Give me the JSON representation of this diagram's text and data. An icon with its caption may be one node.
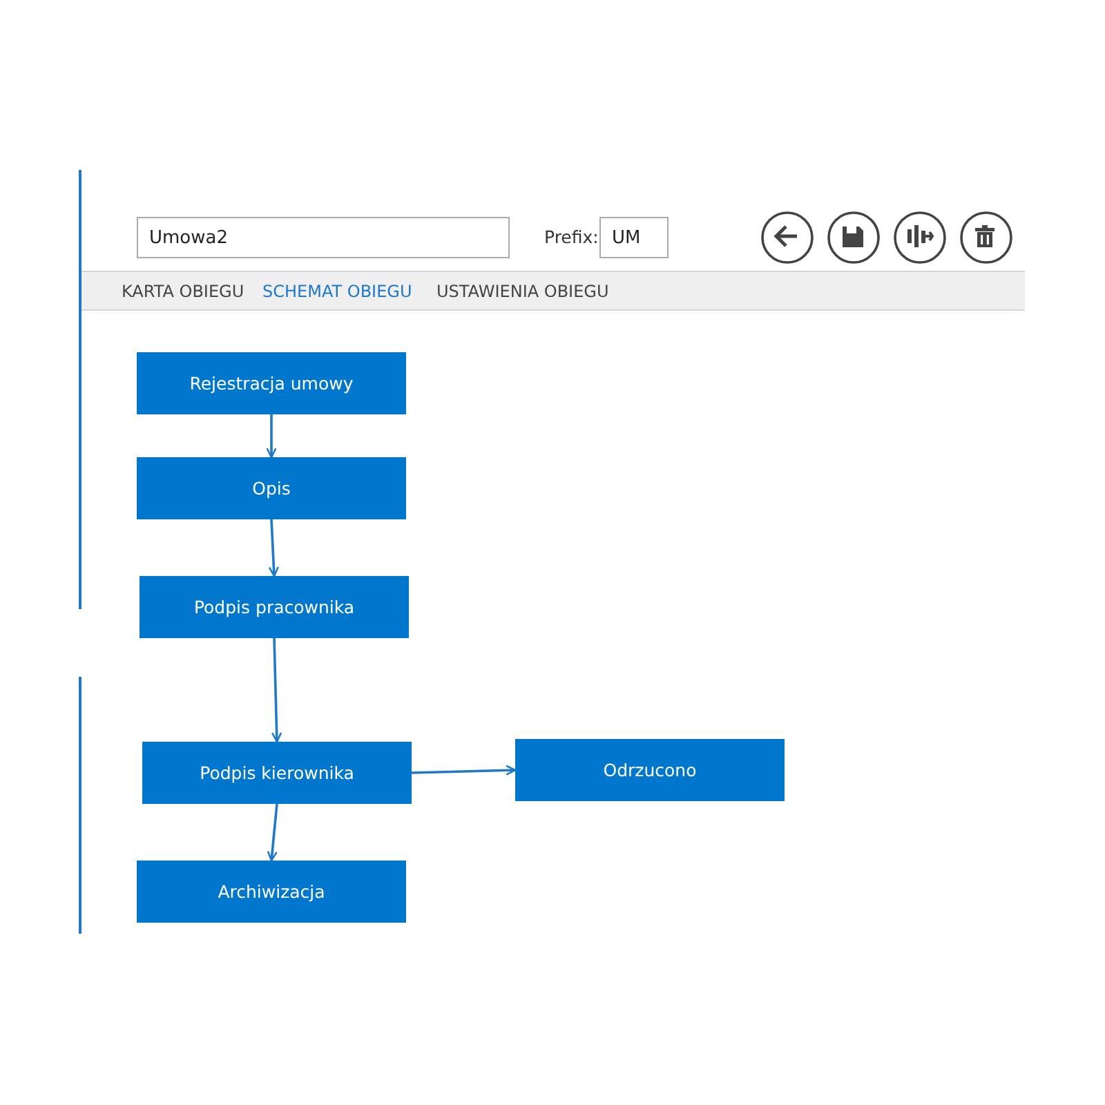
{
  "diagram": {
    "nodes": [
      {
        "text": [
          "Rejestracja umowy"
        ]
      },
      {
        "text": [
          "Opis"
        ]
      },
      {
        "text": [
          "Podpis pracownika"
        ]
      },
      {
        "text": [
          "Podpis kierownika"
        ]
      },
      {
        "text": [
          "Odrzucono"
        ]
      },
      {
        "text": [
          "Archiwizacja"
        ]
      }
    ],
    "edges": [
      {
        "from": 0,
        "to": 1,
        "arrow": "to"
      },
      {
        "from": 1,
        "to": 2,
        "arrow": "to"
      },
      {
        "from": 2,
        "to": 3,
        "arrow": "to"
      },
      {
        "from": 3,
        "to": 4,
        "arrow": "to"
      },
      {
        "from": 3,
        "to": 5,
        "arrow": "to"
      }
    ],
    "labels": [
      "Umowa2",
      "Prefix:",
      "UM",
      "KARTA OBIEGU",
      "SCHEMAT OBIEGU",
      "USTAWIENIA OBIEGU"
    ]
  }
}
